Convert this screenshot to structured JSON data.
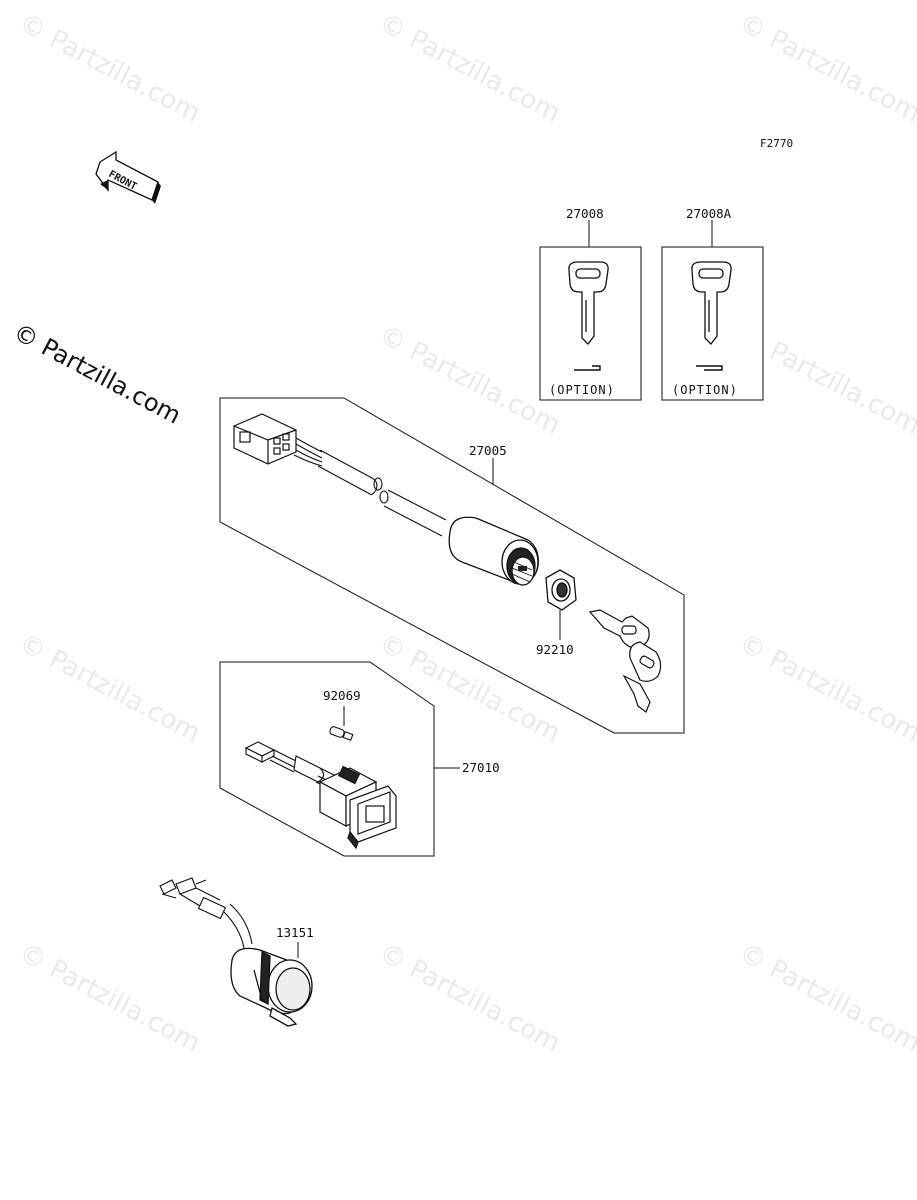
{
  "watermark": "© Partzilla.com",
  "main_watermark": "© Partzilla.com",
  "ref_code": "F2770",
  "front_label": "FRONT",
  "option_label": "(OPTION)",
  "parts": {
    "p27008": "27008",
    "p27008a": "27008A",
    "p27005": "27005",
    "p92210": "92210",
    "p92069": "92069",
    "p27010": "27010",
    "p13151": "13151"
  }
}
